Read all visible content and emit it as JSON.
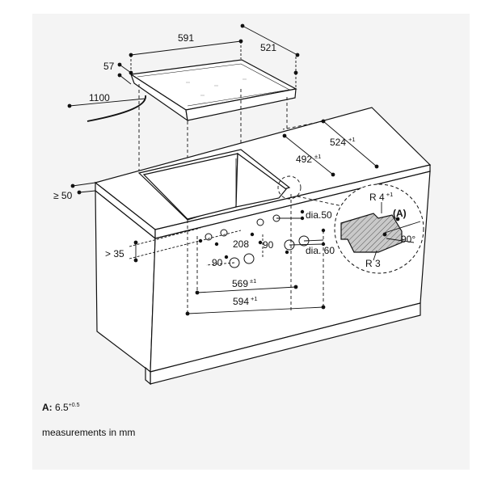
{
  "dims": {
    "width_591": "591",
    "depth_521": "521",
    "height_57": "57",
    "cable_1100": "1100",
    "depth_524": "524",
    "depth_524_tol": "+1",
    "depth_492": "492",
    "depth_492_tol": "±1",
    "front_50": "≥ 50",
    "front_35": "> 35",
    "dim_208": "208",
    "dim_90_left": "90",
    "dim_90_right": "90",
    "dim_569": "569",
    "dim_569_tol": "±1",
    "dim_594": "594",
    "dim_594_tol": "+1",
    "dia_50": "dia.50",
    "dia_60": "dia. 60"
  },
  "detail": {
    "r4": "R 4",
    "r4_tol": "+1",
    "r3": "R 3",
    "marker": "(A)",
    "angle": "90°"
  },
  "notes": {
    "a_label": "A:",
    "a_value": "6.5",
    "a_tol": "+0.5",
    "units": "measurements in mm"
  }
}
